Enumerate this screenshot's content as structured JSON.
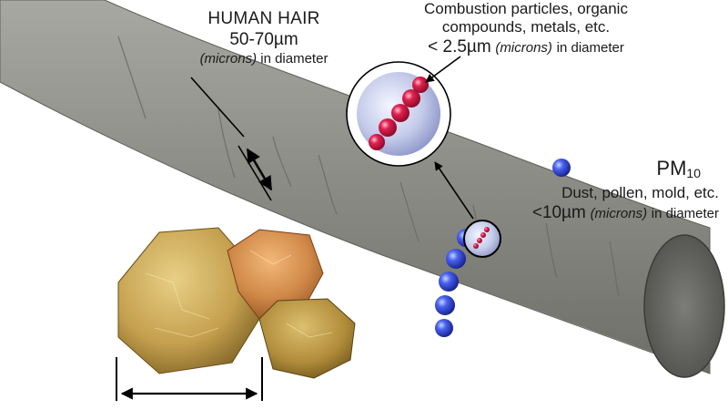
{
  "human_hair": {
    "title": "HUMAN HAIR",
    "size": "50-70µm",
    "unit_note": "(microns)",
    "unit_suffix": "in diameter"
  },
  "pm25": {
    "line1": "Combustion particles, organic",
    "line2": "compounds, metals, etc.",
    "size": "< 2.5µm",
    "unit_note": "(microns)",
    "unit_suffix": "in diameter"
  },
  "pm10": {
    "name": "PM",
    "subscript": "10",
    "description": "Dust, pollen, mold, etc.",
    "size": "<10µm",
    "unit_note": "(microns)",
    "unit_suffix": "in diameter"
  },
  "colors": {
    "hair": "#8e8e88",
    "pm10_bead": "#2a3fd0",
    "pm25_bead": "#d01840",
    "sand": "#c8a45a"
  }
}
